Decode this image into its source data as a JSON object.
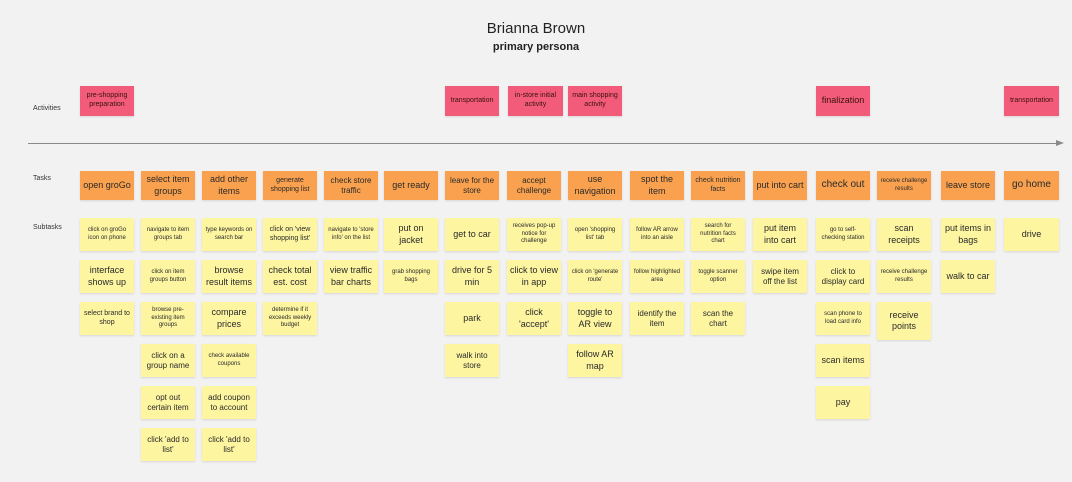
{
  "header": {
    "title": "Brianna Brown",
    "subtitle": "primary persona"
  },
  "row_labels": {
    "activities": "Activities",
    "tasks": "Tasks",
    "subtasks": "Subtasks"
  },
  "colors": {
    "activity": "#f25c7a",
    "task": "#f9a14e",
    "subtask": "#fdf5a0",
    "background": "#f3f2f3"
  },
  "activities": [
    {
      "text": "pre-shopping preparation"
    },
    {
      "text": "transportation"
    },
    {
      "text": "in-store initial activity"
    },
    {
      "text": "main shopping activity"
    },
    {
      "text": "finalization"
    },
    {
      "text": "transportation"
    }
  ],
  "columns": [
    {
      "task": "open groGo",
      "subtasks": [
        "click on groGo icon on phone",
        "interface shows up",
        "select brand to shop"
      ]
    },
    {
      "task": "select item groups",
      "subtasks": [
        "navigate to item groups tab",
        "click on item groups button",
        "browse pre-existing item groups",
        "click on a group name",
        "opt out certain item",
        "click 'add to list'"
      ]
    },
    {
      "task": "add other items",
      "subtasks": [
        "type keywords on search bar",
        "browse result items",
        "compare prices",
        "check available coupons",
        "add coupon to account",
        "click 'add to list'"
      ]
    },
    {
      "task": "generate shopping list",
      "subtasks": [
        "click on 'view shopping list'",
        "check total est. cost",
        "determine if it exceeds weekly budget"
      ]
    },
    {
      "task": "check store traffic",
      "subtasks": [
        "navigate to 'store info' on the list",
        "view traffic bar charts"
      ]
    },
    {
      "task": "get ready",
      "subtasks": [
        "put on jacket",
        "grab shopping bags"
      ]
    },
    {
      "task": "leave for the store",
      "subtasks": [
        "get to car",
        "drive for 5 min",
        "park",
        "walk into store"
      ]
    },
    {
      "task": "accept challenge",
      "subtasks": [
        "receives pop-up notice for challenge",
        "click to view in app",
        "click 'accept'"
      ]
    },
    {
      "task": "use navigation",
      "subtasks": [
        "open 'shopping list' tab",
        "click on 'generate route'",
        "toggle to AR view",
        "follow AR map"
      ]
    },
    {
      "task": "spot the item",
      "subtasks": [
        "follow AR arrow into an aisle",
        "follow highlighted area",
        "identify the item"
      ]
    },
    {
      "task": "check nutrition facts",
      "subtasks": [
        "search for nutrition facts chart",
        "toggle scanner option",
        "scan the chart"
      ]
    },
    {
      "task": "put into cart",
      "subtasks": [
        "put item into cart",
        "swipe item off the list"
      ]
    },
    {
      "task": "check out",
      "subtasks": [
        "go to self-checking station",
        "click to display card",
        "scan phone to load card info",
        "scan items",
        "pay"
      ]
    },
    {
      "task": "receive challenge results",
      "subtasks": [
        "scan receipts",
        "receive challenge results",
        "receive points"
      ]
    },
    {
      "task": "leave store",
      "subtasks": [
        "put items in bags",
        "walk to car"
      ]
    },
    {
      "task": "go home",
      "subtasks": [
        "drive"
      ]
    }
  ]
}
